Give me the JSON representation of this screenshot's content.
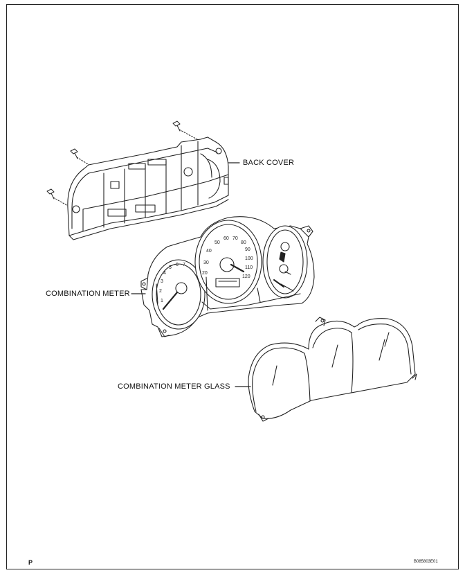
{
  "labels": {
    "back_cover": "BACK COVER",
    "combination_meter": "COMBINATION METER",
    "combination_meter_glass": "COMBINATION METER GLASS"
  },
  "tachometer_ticks": [
    "1",
    "2",
    "3",
    "4",
    "5",
    "6",
    "7"
  ],
  "speedometer_ticks": [
    "20",
    "30",
    "40",
    "50",
    "60",
    "70",
    "80",
    "90",
    "100",
    "110",
    "120"
  ],
  "corner_left": "P",
  "corner_right": "B085803E01"
}
